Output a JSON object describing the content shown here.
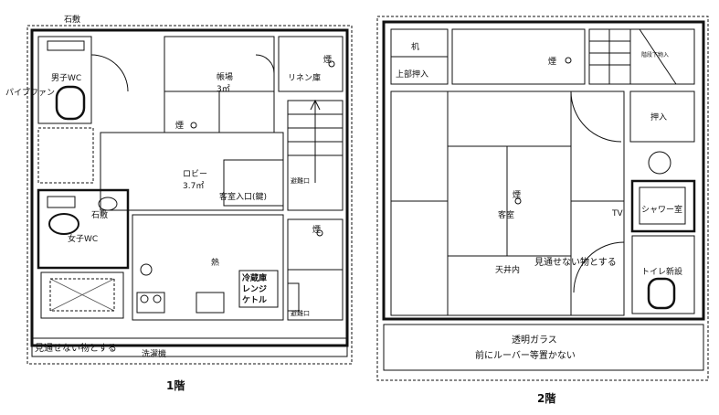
{
  "floor1": {
    "title": "1階",
    "labels": {
      "stone_top": "石敷",
      "mens_wc": "男子WC",
      "pipe_fan": "パイプファン",
      "loom": "帳場",
      "loom_area": "3㎡",
      "linen": "リネン庫",
      "smoke1": "煙",
      "smoke2": "煙",
      "smoke3": "煙",
      "lobby": "ロビー",
      "lobby_area": "3.7㎡",
      "guest_entrance": "客室入口(鍵)",
      "stone_mid": "石敷",
      "womens_wc": "女子WC",
      "heat": "熱",
      "fridge": "冷蔵庫",
      "range": "レンジ",
      "kettle": "ケトル",
      "invisible": "見通せない物とする",
      "laundry": "洗濯機",
      "vent1": "避難口",
      "vent2": "避難口"
    }
  },
  "floor2": {
    "title": "2階",
    "labels": {
      "desk": "机",
      "upper_closet": "上部押入",
      "smoke_top": "煙",
      "closet": "押入",
      "guest_room": "客室",
      "smoke_room": "煙",
      "tv": "TV",
      "shower": "シャワー室",
      "invisible": "見通せない物とする",
      "ceiling": "天井内",
      "toilet_new": "トイレ新設",
      "glass_line1": "透明ガラス",
      "glass_line2": "前にルーバー等置かない",
      "stair_note": "階段下物入"
    }
  }
}
